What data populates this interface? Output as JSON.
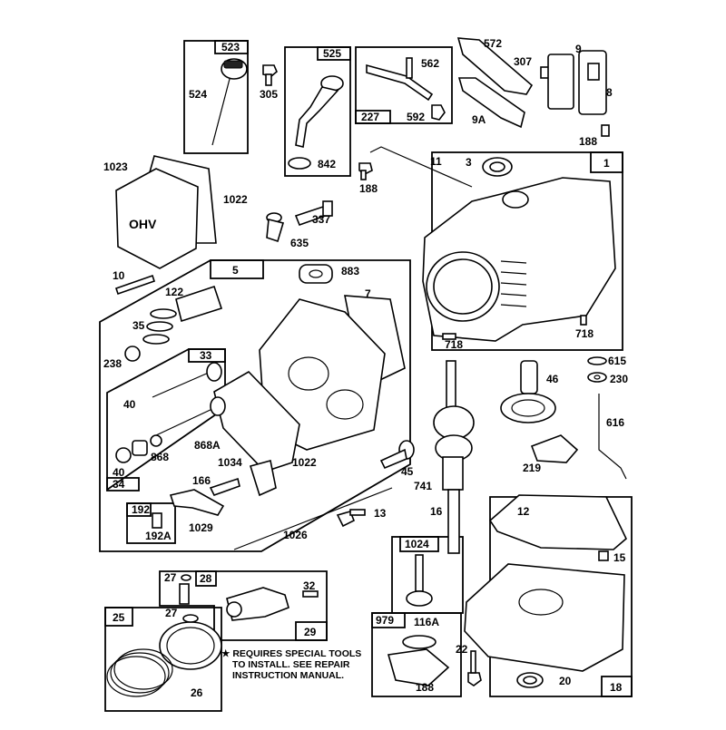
{
  "diagram": {
    "note": {
      "line1": "★ REQUIRES SPECIAL TOOLS",
      "line2": "TO INSTALL.  SEE REPAIR",
      "line3": "INSTRUCTION MANUAL."
    },
    "cover_text": "OHV",
    "labels": {
      "p523": "523",
      "p524": "524",
      "p305": "305",
      "p525": "525",
      "p842": "842",
      "p562": "562",
      "p227": "227",
      "p592": "592",
      "p572": "572",
      "p307": "307",
      "p9": "9",
      "p8": "8",
      "p9A": "9A",
      "p188a": "188",
      "p1023": "1023",
      "p1022a": "1022",
      "p188b": "188",
      "p11": "11",
      "p337": "337",
      "p635": "635",
      "p3": "3",
      "p1": "1",
      "p10": "10",
      "p5": "5",
      "p122": "122",
      "p883": "883",
      "p7": "7",
      "p35": "35",
      "p238": "238",
      "p33": "33",
      "p40a": "40",
      "p868A": "868A",
      "p40b": "40",
      "p868": "868",
      "p34": "34",
      "p1034": "1034",
      "p1022b": "1022",
      "p166": "166",
      "p192": "192",
      "p192A": "192A",
      "p1029": "1029",
      "p1026": "1026",
      "p13": "13",
      "p718a": "718",
      "p718b": "718",
      "p615": "615",
      "p230": "230",
      "p46": "46",
      "p616": "616",
      "p219": "219",
      "p45": "45",
      "p741": "741",
      "p16": "16",
      "p12": "12",
      "p1024": "1024",
      "p15": "15",
      "p27a": "27",
      "p28": "28",
      "p32": "32",
      "p29": "29",
      "p25": "25",
      "p27b": "27",
      "p26": "26",
      "p979": "979",
      "p116A": "116A",
      "p22": "22",
      "p188c": "188",
      "p20": "20",
      "p18": "18"
    }
  }
}
